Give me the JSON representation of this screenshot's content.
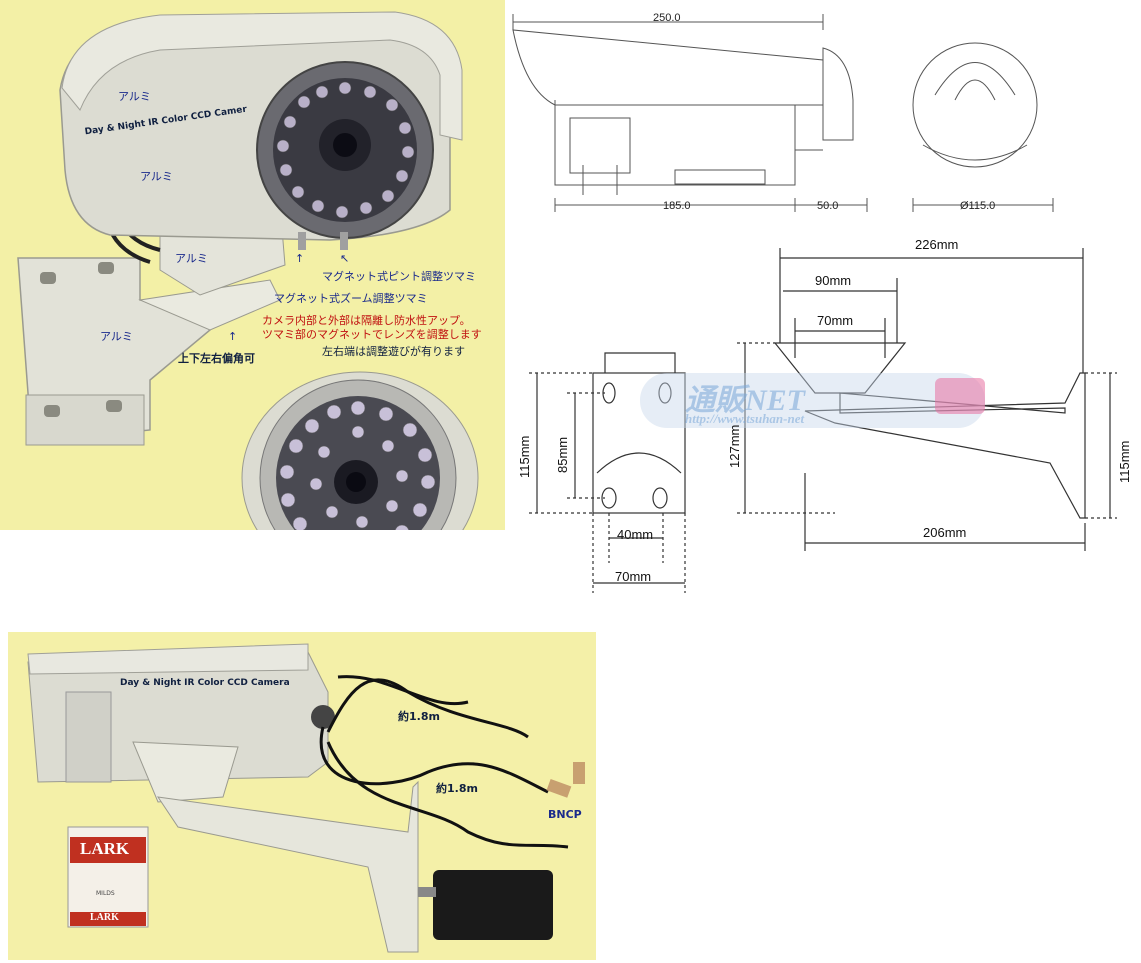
{
  "photo_top": {
    "labels": {
      "alu1": "アルミ",
      "alu2": "アルミ",
      "alu3": "アルミ",
      "alu4": "アルミ",
      "camera_text": "Day & Night IR Color  CCD Camer",
      "focus_knob": "マグネット式ピント調整ツマミ",
      "zoom_knob": "マグネット式ズーム調整ツマミ",
      "arrow_up": "↑",
      "arrow_diag": "↖",
      "arrow_up2": "↑",
      "tilt": "上下左右偏角可",
      "note_line1": "カメラ内部と外部は隔離し防水性アップ。",
      "note_line2": "ツマミ部のマグネットでレンズを調整します",
      "note_line3": "左右端は調整遊びが有ります"
    }
  },
  "drawing_top": {
    "dims": {
      "length": "250.0",
      "body": "185.0",
      "hood": "50.0",
      "diameter": "Ø115.0"
    }
  },
  "drawing_bracket": {
    "dims": {
      "total": "226mm",
      "d90": "90mm",
      "d70": "70mm",
      "d206": "206mm",
      "h115_left": "115mm",
      "h85": "85mm",
      "h127": "127mm",
      "h115_right": "115mm",
      "w40": "40mm",
      "w70": "70mm"
    },
    "watermark": {
      "main": "通販NET",
      "url": "http://www.tsuhan-net"
    }
  },
  "photo_bottom": {
    "labels": {
      "camera_text": "Day & Night IR Color  CCD Camera",
      "cable1": "約1.8m",
      "cable2": "約1.8m",
      "connector": "BNCP",
      "cig_brand": "LARK",
      "cig_brand2": "LARK",
      "cig_sub": "MILDS"
    }
  },
  "colors": {
    "photo_bg": "#f3f0a6",
    "label_blue": "#1a2a8c",
    "label_red": "#c01010",
    "housing": "#dcdcd2"
  }
}
